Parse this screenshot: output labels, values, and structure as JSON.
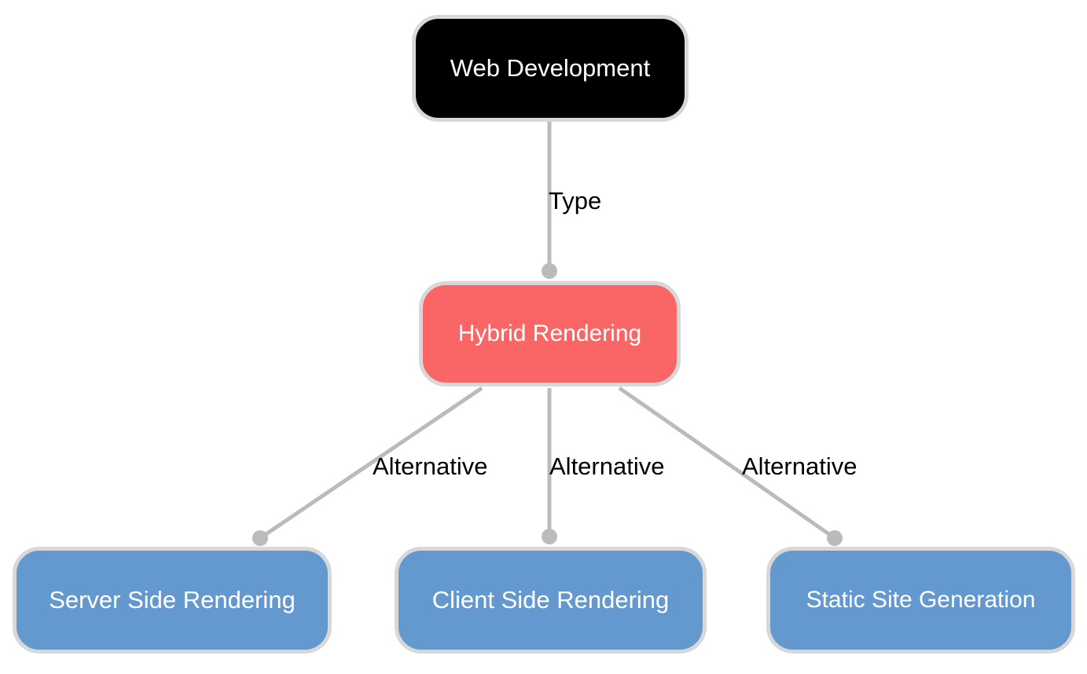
{
  "diagram": {
    "type": "knowledge-graph",
    "background_color": "#ffffff",
    "edge_color": "#bbbbbb",
    "node_border_color": "#d8d8d8",
    "nodes": [
      {
        "id": "web-development",
        "label": "Web Development",
        "fill": "#000000",
        "text_color": "#ffffff",
        "role": "root"
      },
      {
        "id": "hybrid-rendering",
        "label": "Hybrid Rendering",
        "fill": "#fa6565",
        "text_color": "#ffffff",
        "role": "focus"
      },
      {
        "id": "server-side-rendering",
        "label": "Server Side Rendering",
        "fill": "#6399ce",
        "text_color": "#ffffff",
        "role": "leaf"
      },
      {
        "id": "client-side-rendering",
        "label": "Client Side Rendering",
        "fill": "#6399ce",
        "text_color": "#ffffff",
        "role": "leaf"
      },
      {
        "id": "static-site-generation",
        "label": "Static Site Generation",
        "fill": "#6399ce",
        "text_color": "#ffffff",
        "role": "leaf"
      }
    ],
    "edges": [
      {
        "from": "web-development",
        "to": "hybrid-rendering",
        "label": "Type"
      },
      {
        "from": "hybrid-rendering",
        "to": "server-side-rendering",
        "label": "Alternative"
      },
      {
        "from": "hybrid-rendering",
        "to": "client-side-rendering",
        "label": "Alternative"
      },
      {
        "from": "hybrid-rendering",
        "to": "static-site-generation",
        "label": "Alternative"
      }
    ]
  }
}
